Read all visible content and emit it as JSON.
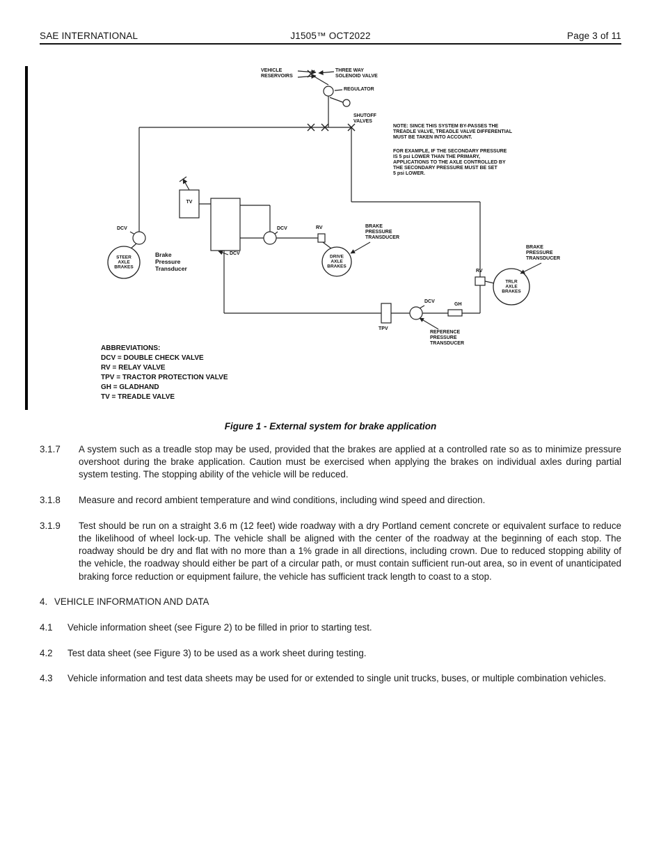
{
  "header": {
    "left": "SAE INTERNATIONAL",
    "center": "J1505™ OCT2022",
    "right": "Page 3 of 11"
  },
  "figure": {
    "caption": "Figure 1 - External system for brake application",
    "labels": {
      "vehicle_reservoirs": "VEHICLE\nRESERVOIRS",
      "three_way_solenoid_valve": "THREE WAY\nSOLENOID VALVE",
      "regulator": "REGULATOR",
      "shutoff_valves": "SHUTOFF\nVALVES",
      "note_1": "NOTE:  SINCE THIS SYSTEM BY-PASSES THE\nTREADLE VALVE, TREADLE VALVE DIFFERENTIAL\nMUST BE TAKEN INTO ACCOUNT.",
      "note_2": "FOR EXAMPLE, IF THE SECONDARY PRESSURE\nIS 5 psi LOWER THAN THE PRIMARY,\nAPPLICATIONS TO THE AXLE CONTROLLED BY\nTHE SECONDARY PRESSURE MUST BE SET\n5 psi LOWER.",
      "tv": "TV",
      "dcv_left": "DCV",
      "dcv_mid": "DCV",
      "dcv_rect": "DCV",
      "dcv_bottom": "DCV",
      "rv_mid": "RV",
      "rv_right": "RV",
      "gh": "GH",
      "tpv": "TPV",
      "steer_axle_brakes": "STEER\nAXLE\nBRAKES",
      "drive_axle_brakes": "DRIVE\nAXLE\nBRAKES",
      "trlr_axle_brakes": "TRLR\nAXLE\nBRAKES",
      "brake_pressure_transducer_left": "Brake\nPressure\nTransducer",
      "brake_pressure_transducer_mid": "BRAKE\nPRESSURE\nTRANSDUCER",
      "brake_pressure_transducer_right": "BRAKE\nPRESSURE\nTRANSDUCER",
      "reference_pressure_transducer": "REFERENCE\nPRESSURE\nTRANSDUCER"
    },
    "abbreviations": {
      "title": "ABBREVIATIONS:",
      "lines": [
        "DCV = DOUBLE CHECK VALVE",
        "RV  = RELAY VALVE",
        "TPV = TRACTOR PROTECTION VALVE",
        "GH  = GLADHAND",
        "TV  = TREADLE VALVE"
      ]
    }
  },
  "sections": {
    "s317": {
      "num": "3.1.7",
      "text": "A system such as a treadle stop may be used, provided that the brakes are applied at a controlled rate so as to minimize pressure overshoot during the brake application. Caution must be exercised when applying the brakes on individual axles during partial system testing. The stopping ability of the vehicle will be reduced."
    },
    "s318": {
      "num": "3.1.8",
      "text": "Measure and record ambient temperature and wind conditions, including wind speed and direction."
    },
    "s319": {
      "num": "3.1.9",
      "text": "Test should be run on a straight 3.6 m (12 feet) wide roadway with a dry Portland cement concrete or equivalent surface to reduce the likelihood of wheel lock-up. The vehicle shall be aligned with the center of the roadway at the beginning of each stop. The roadway should be dry and flat with no more than a 1% grade in all directions, including crown. Due to reduced stopping ability of the vehicle, the roadway should either be part of a circular path, or must contain sufficient run-out area, so in event of unanticipated braking force reduction or equipment failure, the vehicle has sufficient track length to coast to a stop."
    },
    "s4": {
      "num": "4.",
      "text": "VEHICLE INFORMATION AND DATA"
    },
    "s41": {
      "num": "4.1",
      "text": "Vehicle information sheet (see Figure 2) to be filled in prior to starting test."
    },
    "s42": {
      "num": "4.2",
      "text": "Test data sheet (see Figure 3) to be used as a work sheet during testing."
    },
    "s43": {
      "num": "4.3",
      "text": "Vehicle information and test data sheets may be used for or extended to single unit trucks, buses, or multiple combination vehicles."
    }
  }
}
